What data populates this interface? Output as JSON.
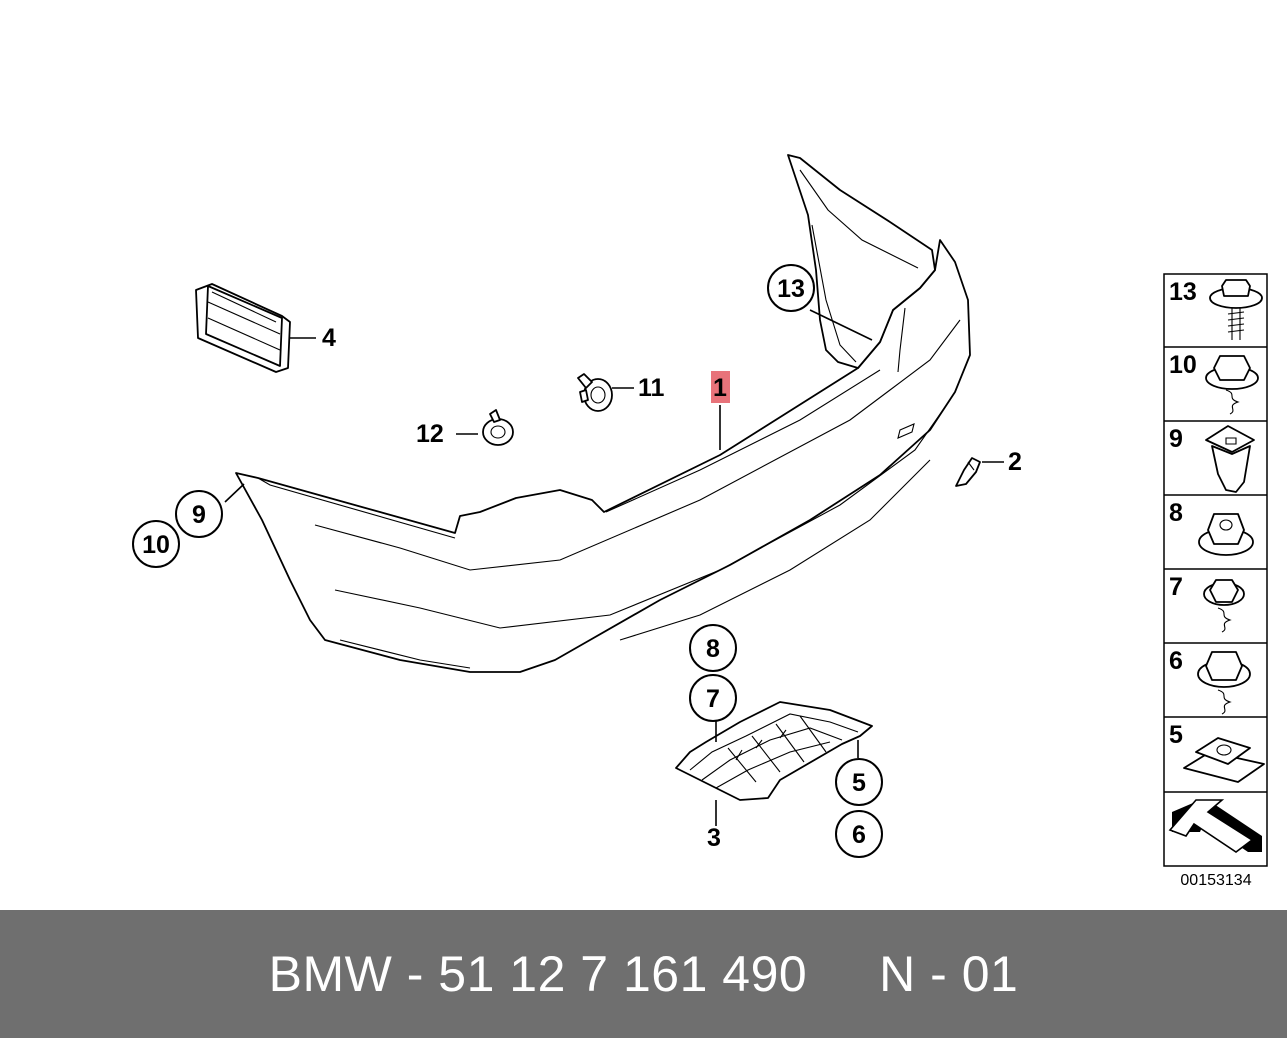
{
  "diagram": {
    "callouts": {
      "c1": "1",
      "c2": "2",
      "c3": "3",
      "c4": "4",
      "c5": "5",
      "c6": "6",
      "c7": "7",
      "c8": "8",
      "c9": "9",
      "c10": "10",
      "c11": "11",
      "c12": "12",
      "c13": "13"
    },
    "legend": [
      {
        "num": "13",
        "icon": "screw-washer-icon"
      },
      {
        "num": "10",
        "icon": "hex-bolt-washer-icon"
      },
      {
        "num": "9",
        "icon": "expanding-nut-icon"
      },
      {
        "num": "8",
        "icon": "hex-nut-collar-icon"
      },
      {
        "num": "7",
        "icon": "hex-screw-icon"
      },
      {
        "num": "6",
        "icon": "hex-bolt-icon"
      },
      {
        "num": "5",
        "icon": "spring-nut-clip-icon"
      }
    ],
    "direction_icon": "front-direction-arrow-icon",
    "ref_number": "00153134",
    "highlight_color": "#e8737a"
  },
  "footer": {
    "text": "BMW - 51 12 7 161 490     N - 01",
    "bg_color": "#6f6f6f"
  }
}
